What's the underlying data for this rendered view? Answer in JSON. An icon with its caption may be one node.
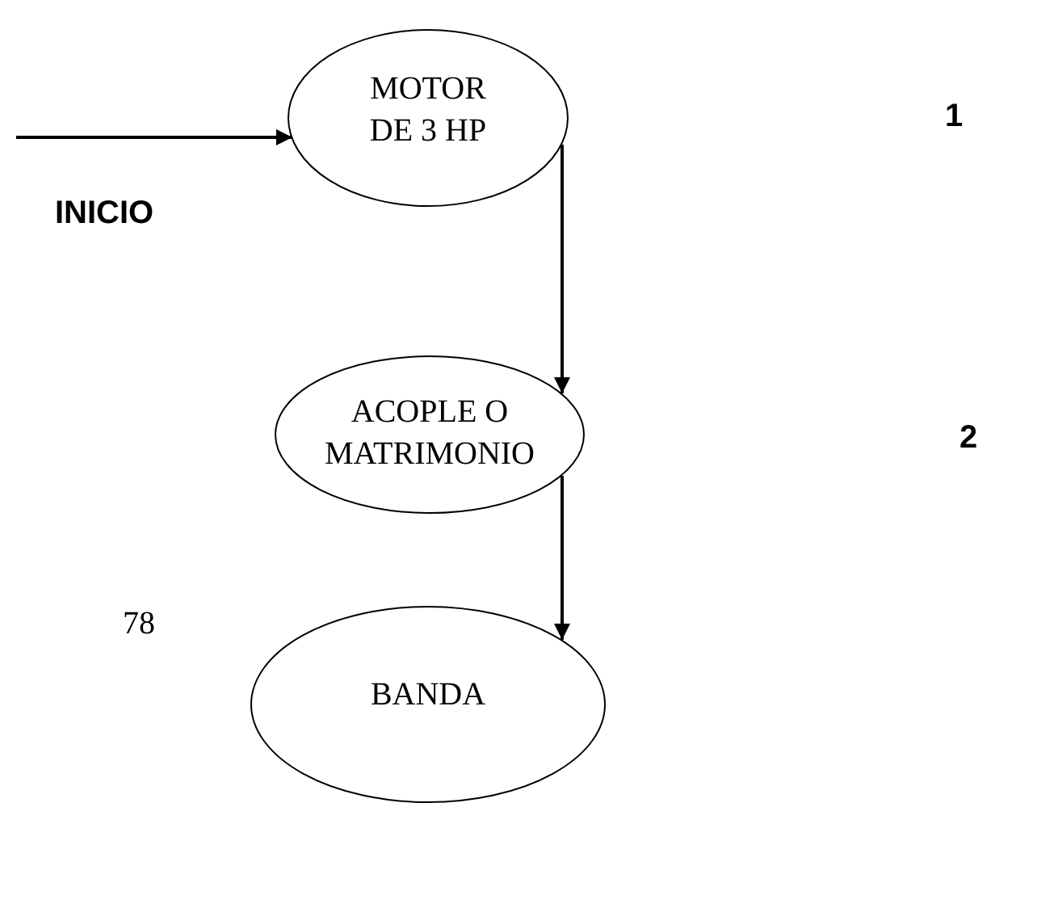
{
  "diagram": {
    "nodes": [
      {
        "text": [
          "MOTOR DE 3 HP"
        ]
      },
      {
        "text": [
          "ACOPLE O MATRIMONIO"
        ]
      },
      {
        "text": [
          "BANDA"
        ],
        "beside": [
          "78"
        ]
      }
    ],
    "edges": [
      {
        "from": null,
        "to": 0,
        "arrow": "to"
      },
      {
        "from": 0,
        "to": 1,
        "arrow": "to"
      },
      {
        "from": 1,
        "to": 2,
        "arrow": "to"
      }
    ],
    "labels": [
      "1",
      "INICIO",
      "2"
    ]
  }
}
